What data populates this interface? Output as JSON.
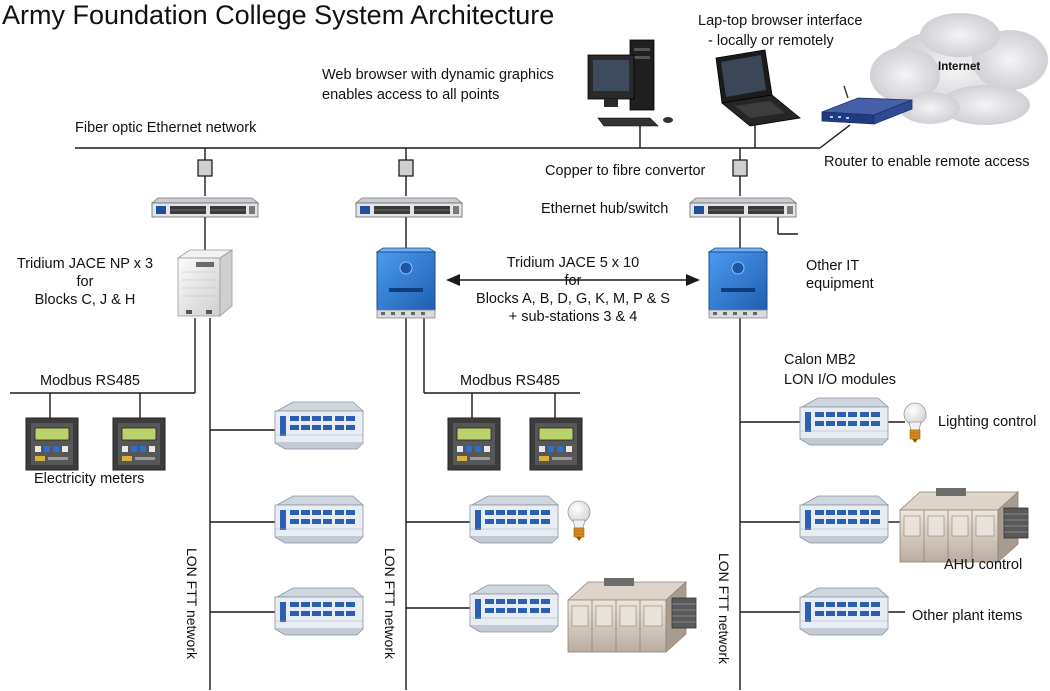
{
  "title": "Army Foundation College System Architecture",
  "labels": {
    "web_browser": [
      "Web browser with dynamic graphics",
      "enables access to all points"
    ],
    "laptop": [
      "Lap-top browser interface",
      "- locally or remotely"
    ],
    "internet": "Internet",
    "fiber": "Fiber optic Ethernet network",
    "router": "Router to enable remote access",
    "copper": "Copper to fibre convertor",
    "hub": "Ethernet hub/switch",
    "jace_np": [
      "Tridium JACE NP x 3",
      "for",
      "Blocks C, J & H"
    ],
    "jace5": [
      "Tridium JACE 5 x 10",
      "for",
      "Blocks A, B, D, G, K, M, P & S",
      "+ sub-stations 3 & 4"
    ],
    "other_it": [
      "Other IT",
      "equipment"
    ],
    "modbus_left": "Modbus RS485",
    "modbus_mid": "Modbus RS485",
    "electricity": "Electricity meters",
    "calon": [
      "Calon MB2",
      "LON I/O modules"
    ],
    "lighting": "Lighting control",
    "ahu": "AHU control",
    "other_plant": "Other plant items",
    "lon_network": "LON FTT network"
  },
  "colors": {
    "line": "#1a1a1a",
    "jace_blue": "#2f7fd6",
    "module_face": "#e6ebf1",
    "module_blue": "#2b5fb3",
    "meter_screen": "#b9d36a",
    "cloud": "#d9d9dc"
  },
  "icons": [
    "desktop-computer-icon",
    "laptop-icon",
    "cloud-icon",
    "router-icon",
    "converter-icon",
    "switch-icon",
    "jace-controller-icon",
    "lon-io-module-icon",
    "electricity-meter-icon",
    "lightbulb-icon",
    "air-handling-unit-icon"
  ]
}
